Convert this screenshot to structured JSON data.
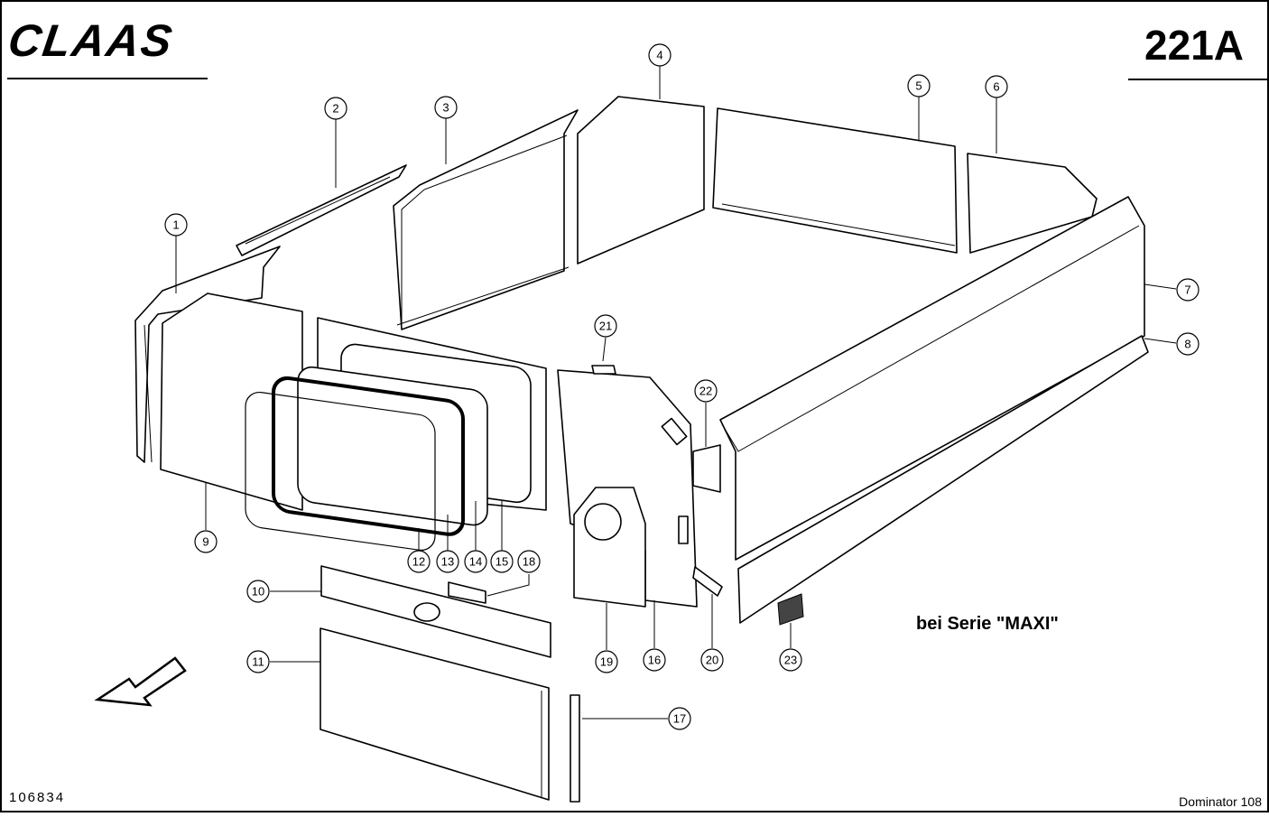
{
  "header": {
    "brand": "CLAAS",
    "page_number": "221A"
  },
  "footer": {
    "drawing_number": "106834",
    "model": "Dominator 108"
  },
  "note": "bei Serie \"MAXI\"",
  "callouts": [
    "1",
    "2",
    "3",
    "4",
    "5",
    "6",
    "7",
    "8",
    "9",
    "10",
    "11",
    "12",
    "13",
    "14",
    "15",
    "16",
    "17",
    "18",
    "19",
    "20",
    "21",
    "22",
    "23"
  ]
}
